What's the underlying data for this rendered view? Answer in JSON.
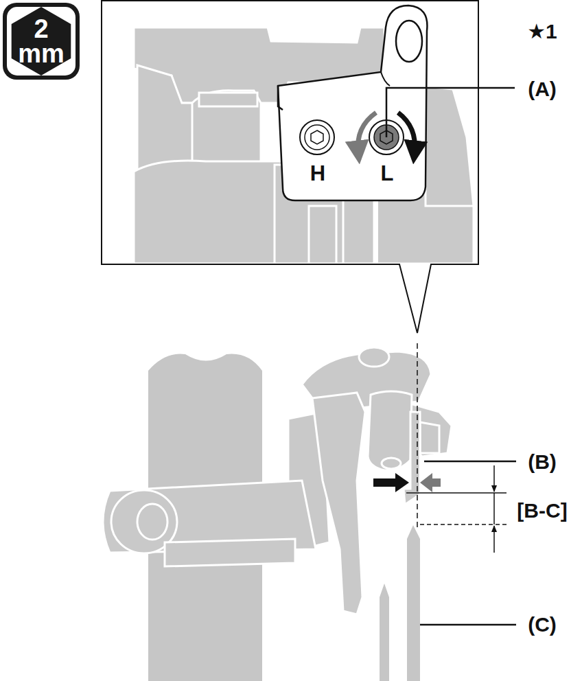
{
  "diagram": {
    "nodes": [
      {
        "text": [
          "2 mm"
        ]
      }
    ],
    "labels": [
      "★1",
      "(A)",
      "H",
      "L",
      "(B)",
      "[B-C]",
      "(C)"
    ]
  }
}
